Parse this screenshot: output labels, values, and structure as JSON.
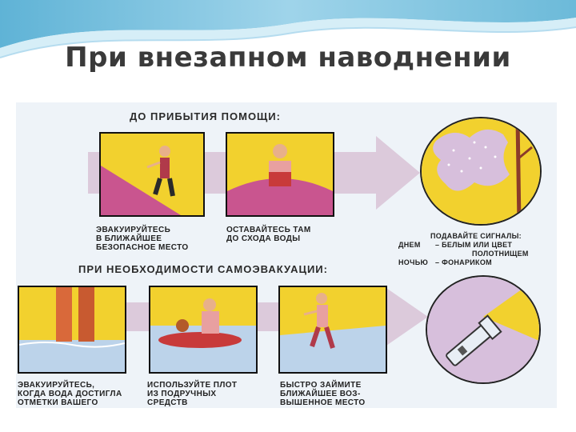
{
  "slide": {
    "title": "При внезапном наводнении"
  },
  "poster": {
    "heading_top": "ДО ПРИБЫТИЯ ПОМОЩИ:",
    "heading_bottom": "ПРИ НЕОБХОДИМОСТИ САМОЭВАКУАЦИИ:",
    "panels_top": [
      {
        "caption": "ЭВАКУИРУЙТЕСЬ\nВ БЛИЖАЙШЕЕ\nБЕЗОПАСНОЕ МЕСТО"
      },
      {
        "caption": "ОСТАВАЙТЕСЬ ТАМ\nДО СХОДА ВОДЫ"
      }
    ],
    "panels_bottom": [
      {
        "caption": "ЭВАКУИРУЙТЕСЬ,\nКОГДА ВОДА ДОСТИГЛА\nОТМЕТКИ ВАШЕГО"
      },
      {
        "caption": "ИСПОЛЬЗУЙТЕ ПЛОТ\nИЗ ПОДРУЧНЫХ\nСРЕДСТВ"
      },
      {
        "caption": "БЫСТРО ЗАЙМИТЕ\nБЛИЖАЙШЕЕ ВОЗ-\nВЫШЕННОЕ МЕСТО"
      }
    ],
    "signals": {
      "title": "ПОДАВАЙТЕ СИГНАЛЫ:",
      "day_label": "ДНЕМ",
      "day_text": "– БЕЛЫМ ИЛИ ЦВЕТ",
      "day_text2": "ПОЛОТНИЩЕМ",
      "night_label": "НОЧЬЮ",
      "night_text": "– ФОНАРИКОМ"
    }
  },
  "colors": {
    "yellow": "#f2d12e",
    "pink": "#c9558f",
    "lavender": "#d7bfdc",
    "arrow": "#d9c6d6",
    "water": "#bcd3ea"
  }
}
